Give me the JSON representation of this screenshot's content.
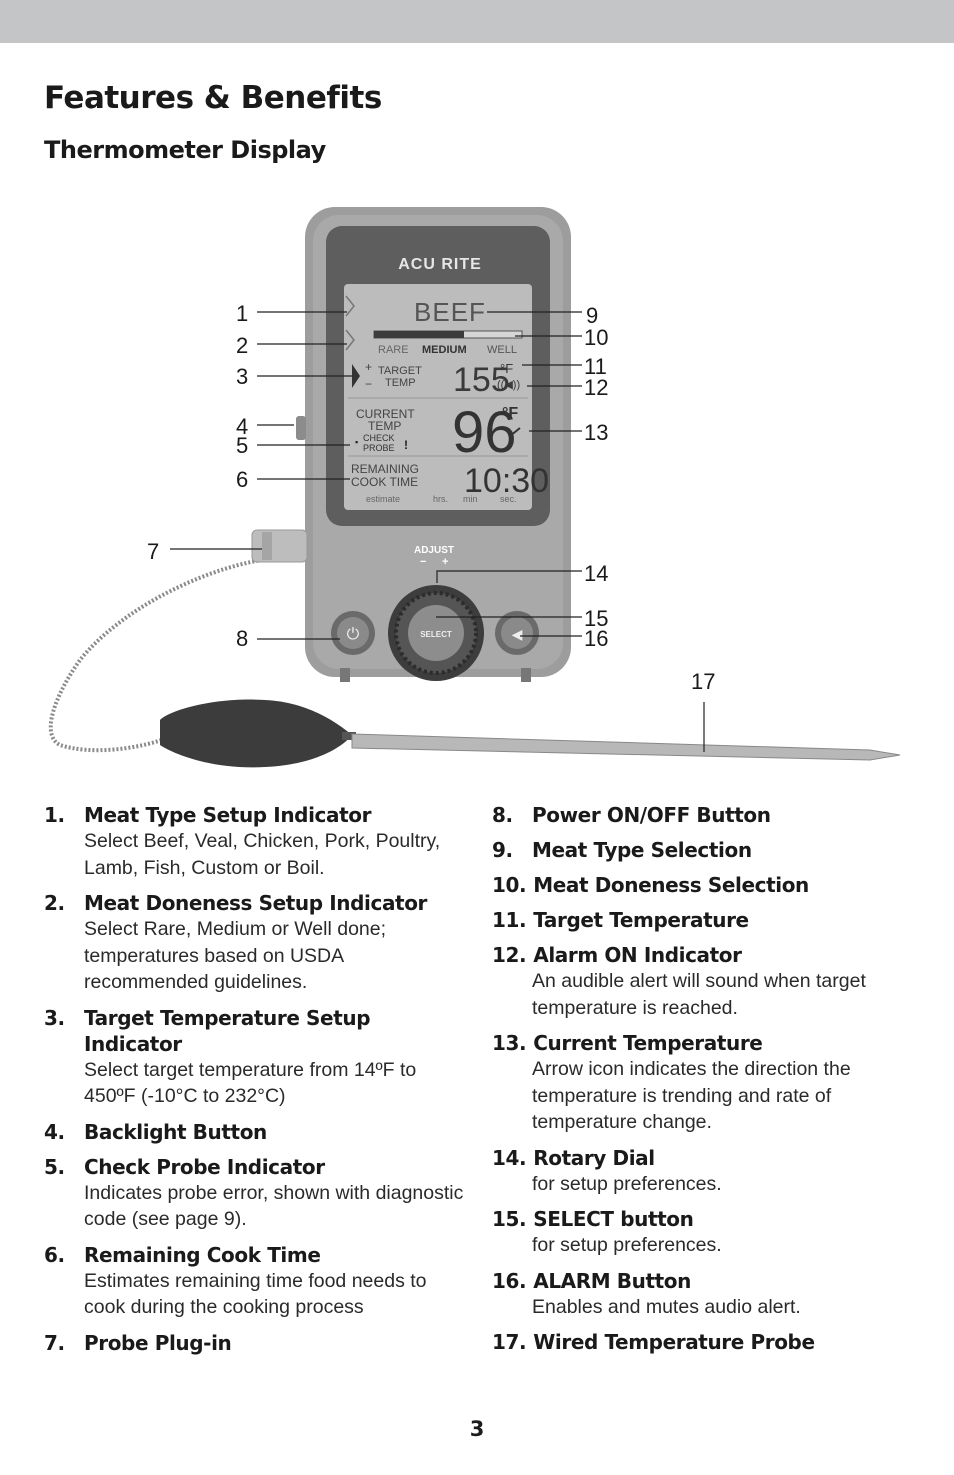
{
  "page": {
    "title": "Features & Benefits",
    "subtitle": "Thermometer Display",
    "page_number": "3"
  },
  "device": {
    "brand": "ACU RITE",
    "meat": "BEEF",
    "doneness_labels": [
      "RARE",
      "MEDIUM",
      "WELL"
    ],
    "target_label_1": "TARGET",
    "target_label_2": "TEMP",
    "target_temp": "155",
    "target_unit": "°F",
    "current_label_1": "CURRENT",
    "current_label_2": "TEMP",
    "check_probe_1": "CHECK",
    "check_probe_2": "PROBE",
    "current_temp": "96",
    "current_unit": "°F",
    "remaining_label_1": "REMAINING",
    "remaining_label_2": "COOK TIME",
    "time": "10:30",
    "estimate_label": "estimate",
    "time_units": [
      "hrs.",
      "min",
      "sec."
    ],
    "adjust_label": "ADJUST",
    "select_label": "SELECT"
  },
  "callouts": [
    "1",
    "2",
    "3",
    "4",
    "5",
    "6",
    "7",
    "8",
    "9",
    "10",
    "11",
    "12",
    "13",
    "14",
    "15",
    "16",
    "17"
  ],
  "features_left": [
    {
      "num": "1.",
      "title": "Meat Type Setup Indicator",
      "desc": "Select Beef, Veal, Chicken, Pork, Poultry, Lamb, Fish, Custom or Boil."
    },
    {
      "num": "2.",
      "title": "Meat Doneness Setup Indicator",
      "desc": "Select Rare, Medium or Well done; temperatures based on USDA recommended guidelines."
    },
    {
      "num": "3.",
      "title": "Target Temperature Setup Indicator",
      "desc": "Select target temperature from 14ºF to 450ºF (-10°C to 232°C)"
    },
    {
      "num": "4.",
      "title": "Backlight Button",
      "desc": ""
    },
    {
      "num": "5.",
      "title": "Check Probe Indicator",
      "desc": "Indicates probe error, shown with diagnostic code (see page 9)."
    },
    {
      "num": "6.",
      "title": "Remaining Cook Time",
      "desc": "Estimates remaining time food needs to cook during the cooking process"
    },
    {
      "num": "7.",
      "title": "Probe Plug-in",
      "desc": ""
    }
  ],
  "features_right": [
    {
      "num": "8.",
      "title": "Power ON/OFF Button",
      "desc": ""
    },
    {
      "num": "9.",
      "title": "Meat Type Selection",
      "desc": ""
    },
    {
      "num": "10.",
      "title": "Meat Doneness Selection",
      "desc": ""
    },
    {
      "num": "11.",
      "title": "Target Temperature",
      "desc": ""
    },
    {
      "num": "12.",
      "title": "Alarm ON Indicator",
      "desc": "An audible alert will sound when target temperature is reached."
    },
    {
      "num": "13.",
      "title": "Current Temperature",
      "desc": "Arrow icon indicates the direction the temperature is trending and rate of temperature change."
    },
    {
      "num": "14.",
      "title": "Rotary Dial",
      "desc": "for setup preferences."
    },
    {
      "num": "15.",
      "title": "SELECT button",
      "desc": "for setup preferences."
    },
    {
      "num": "16.",
      "title": "ALARM Button",
      "desc": "Enables and mutes audio alert."
    },
    {
      "num": "17.",
      "title": "Wired Temperature Probe",
      "desc": ""
    }
  ]
}
